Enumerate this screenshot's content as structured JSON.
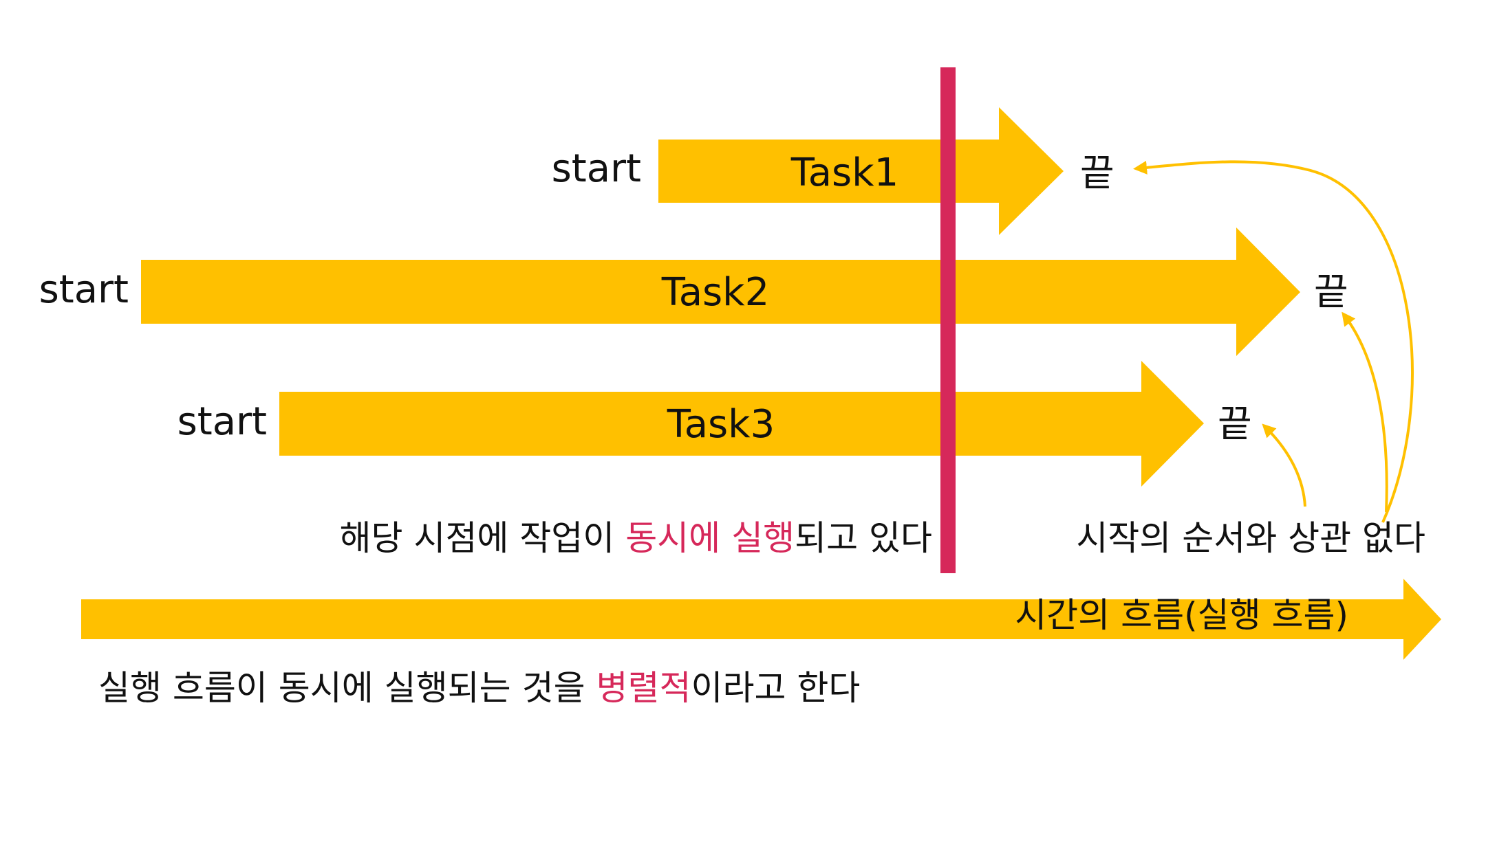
{
  "tasks": [
    {
      "label": "Task1",
      "start_label": "start",
      "end_label": "끝"
    },
    {
      "label": "Task2",
      "start_label": "start",
      "end_label": "끝"
    },
    {
      "label": "Task3",
      "start_label": "start",
      "end_label": "끝"
    }
  ],
  "notes": {
    "concurrent_prefix": "해당 시점에 작업이 ",
    "concurrent_highlight": "동시에 실행",
    "concurrent_suffix": "되고 있다",
    "order": "시작의 순서와 상관 없다",
    "timeline": "시간의 흐름(실행 흐름)",
    "definition_prefix": "실행 흐름이 동시에 실행되는 것을 ",
    "definition_highlight": "병렬적",
    "definition_suffix": "이라고 한다"
  },
  "colors": {
    "arrow": "#ffc000",
    "highlight": "#d6285a",
    "marker_line": "#d6285a",
    "curve_arrow": "#ffc000",
    "text": "#111111"
  }
}
